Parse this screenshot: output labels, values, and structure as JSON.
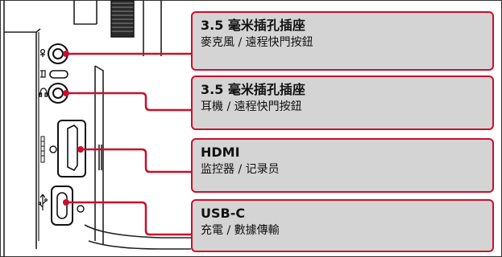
{
  "accent_color": "#c8102e",
  "callout_bg": "#d4d4d4",
  "callouts": [
    {
      "title": "3.5 毫米插孔插座",
      "desc": "麥克風 / 遠程快門按鈕"
    },
    {
      "title": "3.5 毫米插孔插座",
      "desc": "耳機 / 遠程快門按鈕"
    },
    {
      "title": "HDMI",
      "desc": "监控器 / 记录员"
    },
    {
      "title": "USB-C",
      "desc": "充電 / 數據傳輸"
    }
  ],
  "icons": [
    "microphone-icon",
    "headphone-icon",
    "hdmi-icon",
    "usb-icon"
  ]
}
